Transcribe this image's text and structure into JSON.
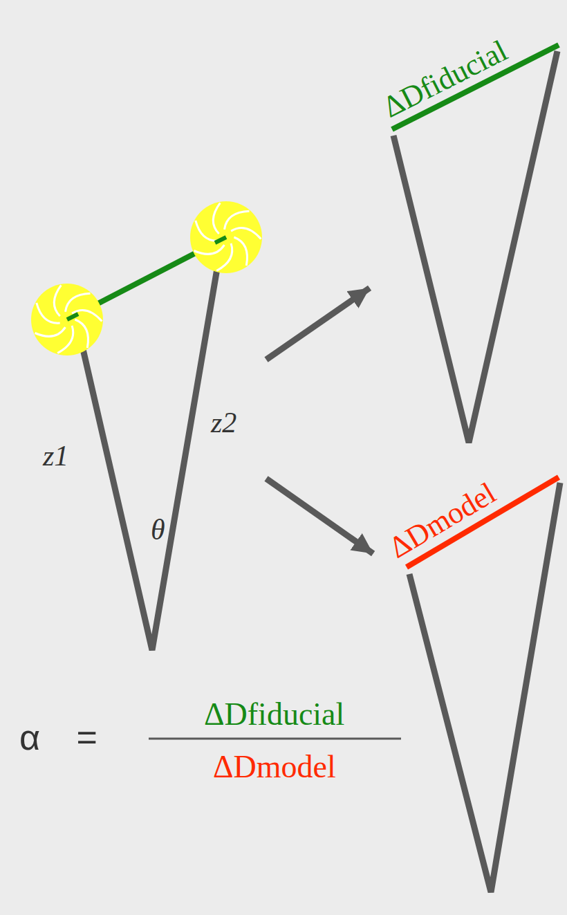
{
  "diagram": {
    "nodes": [
      {
        "text": [
          "z1",
          "z2",
          "θ"
        ]
      },
      {
        "text": [
          "ΔDfiducial"
        ]
      },
      {
        "text": [
          "ΔDmodel"
        ]
      }
    ],
    "edges": [
      {
        "from": 0,
        "to": 1,
        "arrow": "to"
      },
      {
        "from": 0,
        "to": 2,
        "arrow": "to"
      }
    ],
    "labels": [
      "α =",
      "ΔDfiducial",
      "ΔDmodel"
    ]
  }
}
